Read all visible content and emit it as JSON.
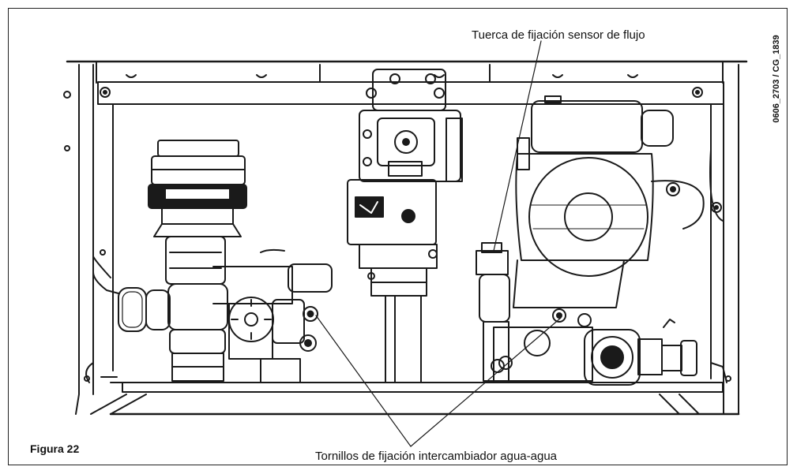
{
  "labels": {
    "flow_sensor_nut": "Tuerca de fijación sensor de flujo",
    "exchanger_screws": "Tornillos de fijación intercambiador agua-agua",
    "figure": "Figura 22",
    "doc_code": "0606_2703 / CG_1839"
  }
}
